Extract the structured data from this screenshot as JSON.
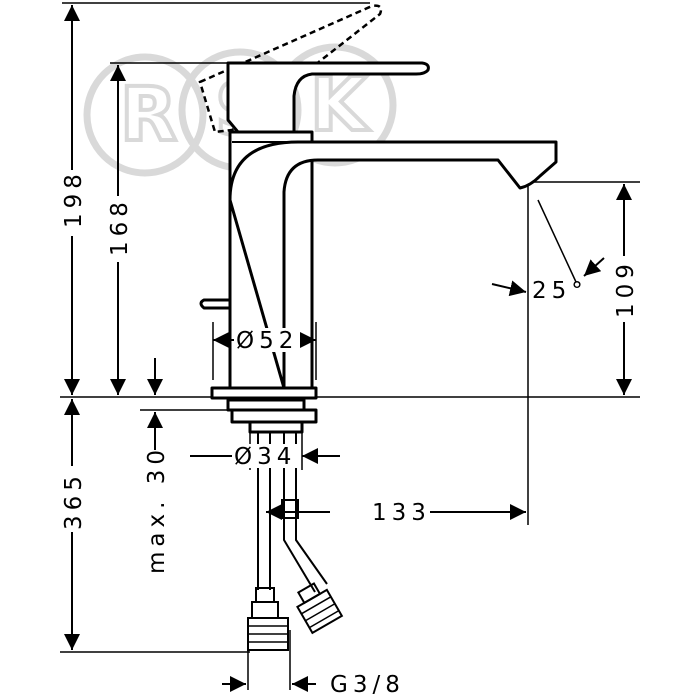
{
  "watermark": {
    "letters": [
      "R",
      "S",
      "K"
    ],
    "color": "#d9d9d9"
  },
  "dimensions": {
    "overall_height_198": "198",
    "spout_lever_height_168": "168",
    "max_thickness_30": "max. 30",
    "below_mount_365": "365",
    "spout_clearance_109": "109",
    "spout_angle_25": "25°",
    "base_diameter_52": "Ø52",
    "thread_diameter_34": "Ø34",
    "spout_reach_133": "133",
    "connection_g38": "G3/8"
  },
  "colors": {
    "line": "#000000",
    "background": "#ffffff"
  }
}
